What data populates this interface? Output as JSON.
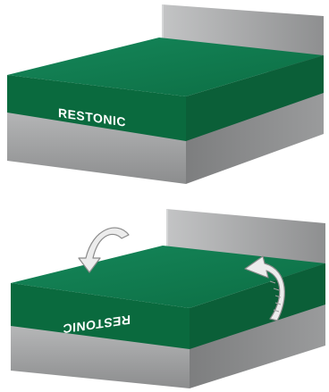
{
  "diagram": {
    "brand_text": "RESTONIC",
    "steps": [
      {
        "id": "step-1",
        "mattress_orientation": "upright"
      },
      {
        "id": "step-2",
        "mattress_orientation": "rotated-180"
      }
    ],
    "colors": {
      "mattress_top": "#0f7a4c",
      "mattress_side": "#0b6a40",
      "mattress_front": "#0a6a3e",
      "base_front": "#a9a9aa",
      "base_side": "#8a8b8c",
      "headboard": "#a6a7a8",
      "arrow_fill": "#e8e8e8",
      "arrow_stroke": "#8a8a8a"
    }
  }
}
